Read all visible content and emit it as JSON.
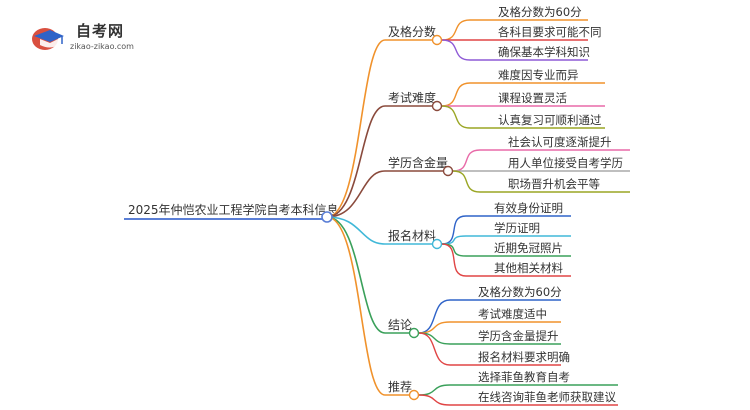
{
  "logo": {
    "icon": "graduation-cap-icon",
    "brand": "自考网",
    "domain": "zikao-zikao.com"
  },
  "mindmap": {
    "root": "2025年仲恺农业工程学院自考本科信息",
    "branches": [
      {
        "label": "及格分数",
        "color": "#f0922c",
        "leaves": [
          {
            "text": "及格分数为60分",
            "color": "#f0922c"
          },
          {
            "text": "各科目要求可能不同",
            "color": "#e04545"
          },
          {
            "text": "确保基本学科知识",
            "color": "#8e5ad6"
          }
        ]
      },
      {
        "label": "考试难度",
        "color": "#8a4a3c",
        "leaves": [
          {
            "text": "难度因专业而异",
            "color": "#f0922c"
          },
          {
            "text": "课程设置灵活",
            "color": "#e86aa8"
          },
          {
            "text": "认真复习可顺利通过",
            "color": "#9aa624"
          }
        ]
      },
      {
        "label": "学历含金量",
        "color": "#8a4a3c",
        "leaves": [
          {
            "text": "社会认可度逐渐提升",
            "color": "#e86aa8"
          },
          {
            "text": "用人单位接受自考学历",
            "color": "#aaaaaa"
          },
          {
            "text": "职场晋升机会平等",
            "color": "#9aa624"
          }
        ]
      },
      {
        "label": "报名材料",
        "color": "#40b8d8",
        "leaves": [
          {
            "text": "有效身份证明",
            "color": "#2f63c8"
          },
          {
            "text": "学历证明",
            "color": "#40b8d8"
          },
          {
            "text": "近期免冠照片",
            "color": "#3aa05a"
          },
          {
            "text": "其他相关材料",
            "color": "#e04545"
          }
        ]
      },
      {
        "label": "结论",
        "color": "#3aa05a",
        "leaves": [
          {
            "text": "及格分数为60分",
            "color": "#2f63c8"
          },
          {
            "text": "考试难度适中",
            "color": "#f0922c"
          },
          {
            "text": "学历含金量提升",
            "color": "#3aa05a"
          },
          {
            "text": "报名材料要求明确",
            "color": "#e04545"
          }
        ]
      },
      {
        "label": "推荐",
        "color": "#f0922c",
        "leaves": [
          {
            "text": "选择菲鱼教育自考",
            "color": "#3aa05a"
          },
          {
            "text": "在线咨询菲鱼老师获取建议",
            "color": "#e04545"
          }
        ]
      }
    ]
  }
}
